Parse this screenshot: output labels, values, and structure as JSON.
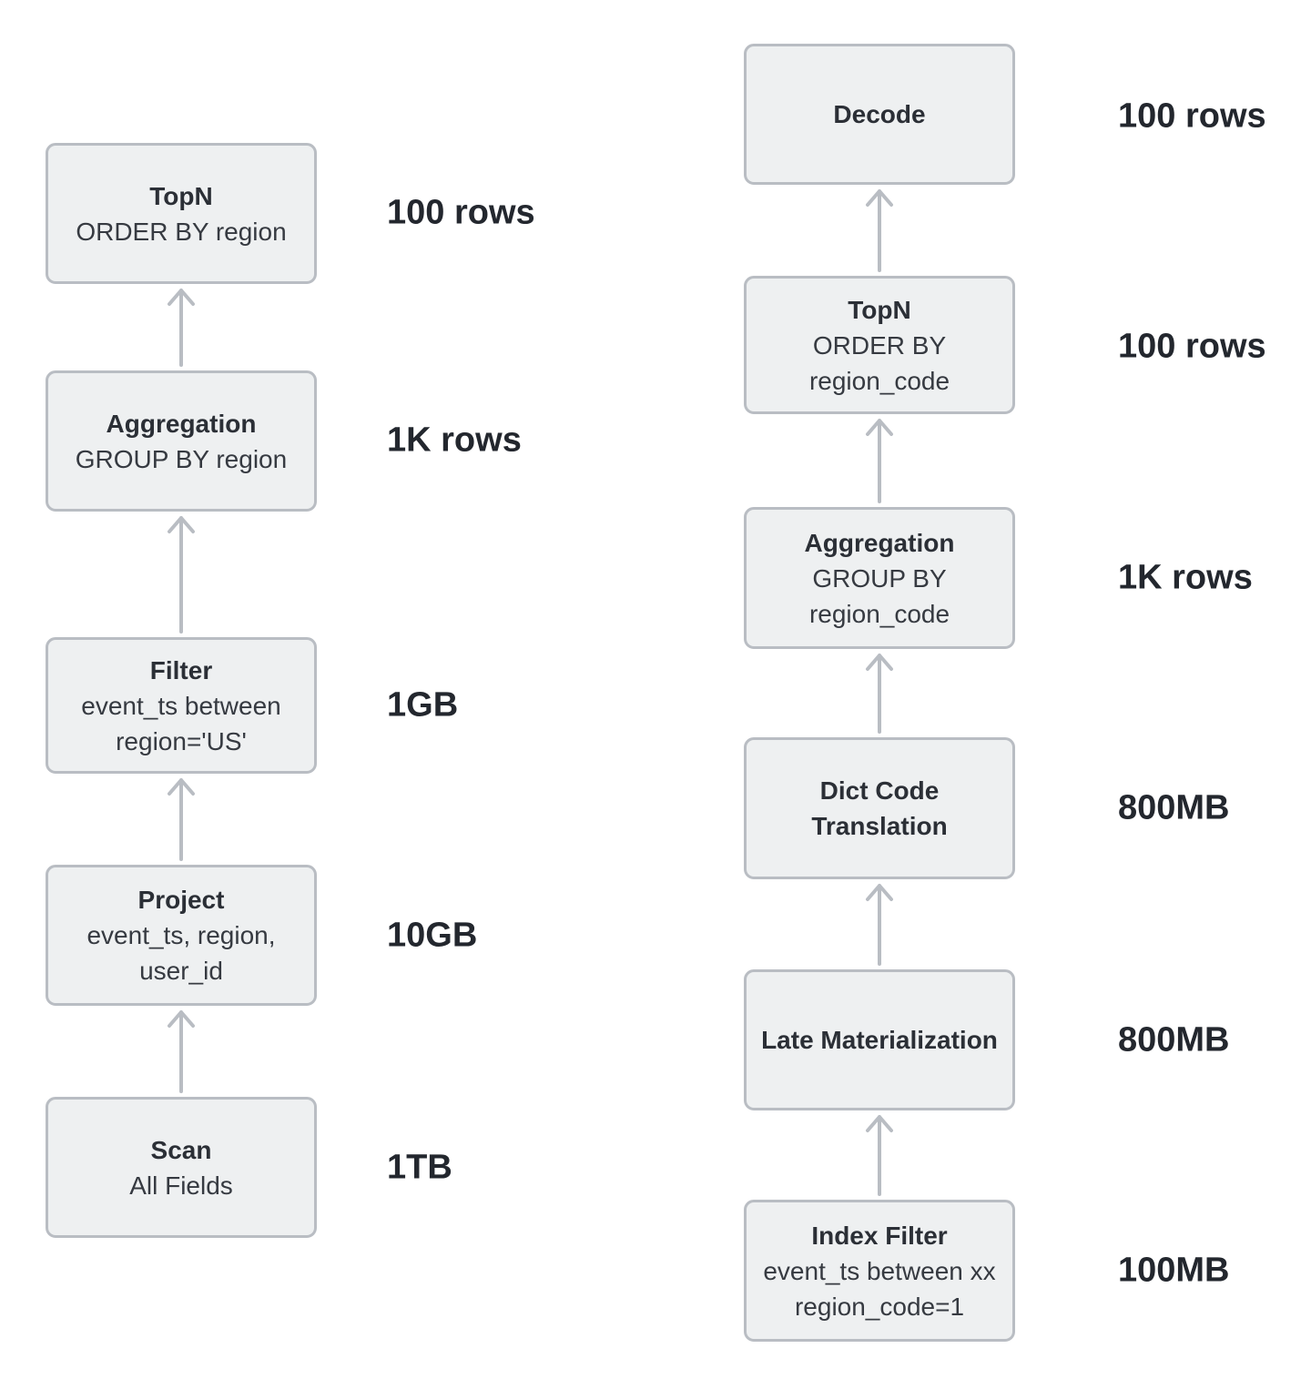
{
  "colors": {
    "background": "#ffffff",
    "box_fill": "#eef0f1",
    "box_border": "#b9bdc3",
    "arrow": "#b9bdc3",
    "title_text": "#2b2f36",
    "subtitle_text": "#363a41",
    "annotation_text": "#23272e"
  },
  "pipelines": [
    {
      "nodes": [
        {
          "title": "TopN",
          "subtitle": "ORDER BY region",
          "annotation": "100 rows"
        },
        {
          "title": "Aggregation",
          "subtitle": "GROUP BY region",
          "annotation": "1K rows"
        },
        {
          "title": "Filter",
          "subtitle": "event_ts between\nregion='US'",
          "annotation": "1GB"
        },
        {
          "title": "Project",
          "subtitle": "event_ts, region,\nuser_id",
          "annotation": "10GB"
        },
        {
          "title": "Scan",
          "subtitle": "All Fields",
          "annotation": "1TB"
        }
      ]
    },
    {
      "nodes": [
        {
          "title": "Decode",
          "subtitle": "",
          "annotation": "100 rows"
        },
        {
          "title": "TopN",
          "subtitle": "ORDER BY\nregion_code",
          "annotation": "100 rows"
        },
        {
          "title": "Aggregation",
          "subtitle": "GROUP BY\nregion_code",
          "annotation": "1K rows"
        },
        {
          "title": "Dict Code\nTranslation",
          "subtitle": "",
          "annotation": "800MB"
        },
        {
          "title": "Late Materialization",
          "subtitle": "",
          "annotation": "800MB"
        },
        {
          "title": "Index Filter",
          "subtitle": "event_ts between xx\nregion_code=1",
          "annotation": "100MB"
        }
      ]
    }
  ]
}
